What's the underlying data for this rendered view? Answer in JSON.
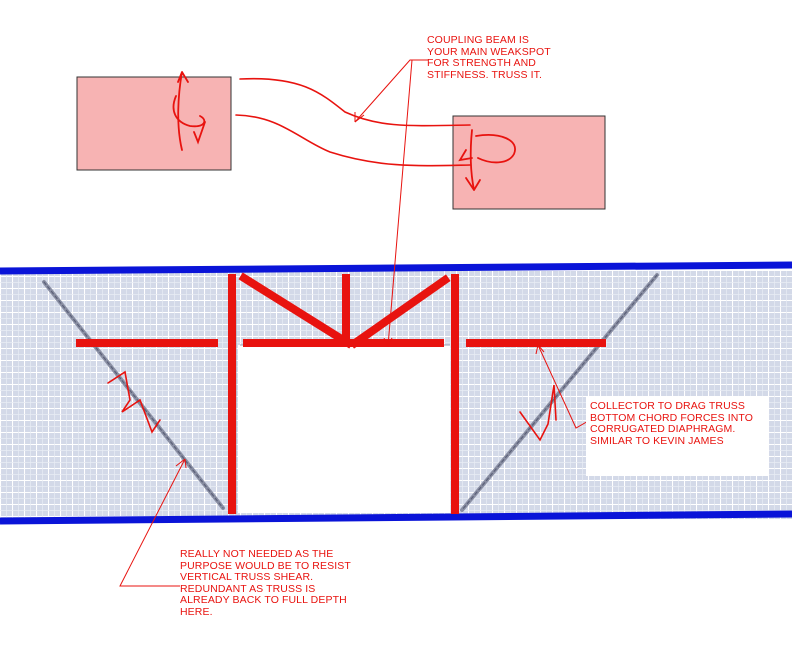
{
  "annotations": {
    "coupling_beam": "COUPLING BEAM IS\nYOUR MAIN WEAKSPOT\nFOR STRENGTH AND\nSTIFFNESS.  TRUSS IT.",
    "collector": "COLLECTOR TO DRAG TRUSS\nBOTTOM CHORD FORCES INTO\nCORRUGATED DIAPHRAGM.\nSIMILAR TO KEVIN JAMES",
    "really_not_needed": "REALLY NOT NEEDED AS THE\nPURPOSE WOULD BE TO RESIST\nVERTICAL TRUSS SHEAR.\nREDUNDANT AS TRUSS IS\nALREADY BACK TO FULL DEPTH\nHERE."
  },
  "colors": {
    "markup_red": "#e8130f",
    "diaphragm_blue": "#0a14d8",
    "block_fill": "#f7b3b3",
    "grid_bg": "#d6dcea",
    "grid_line": "#ffffff"
  }
}
